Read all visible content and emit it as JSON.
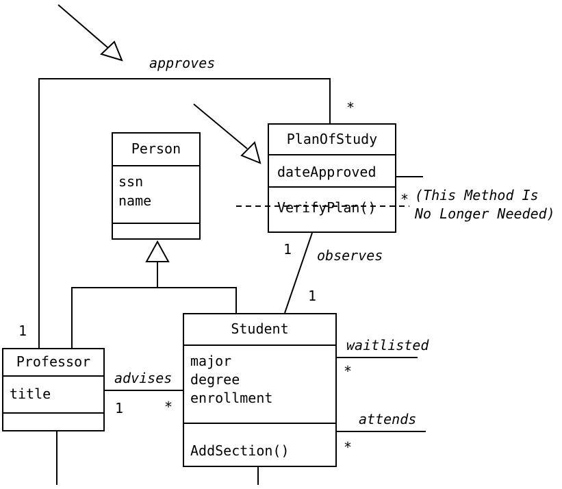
{
  "diagram_type": "uml-class-diagram",
  "colors": {
    "stroke": "#000000",
    "background": "#ffffff"
  },
  "classes": {
    "person": {
      "name": "Person",
      "attributes": [
        "ssn",
        "name"
      ],
      "methods": []
    },
    "plan_of_study": {
      "name": "PlanOfStudy",
      "attributes": [
        "dateApproved"
      ],
      "methods": [
        "VerifyPlan()"
      ]
    },
    "professor": {
      "name": "Professor",
      "attributes": [
        "title"
      ],
      "methods": []
    },
    "student": {
      "name": "Student",
      "attributes": [
        "major",
        "degree",
        "enrollment"
      ],
      "methods": [
        "AddSection()"
      ]
    }
  },
  "associations": {
    "approves": {
      "label": "approves",
      "professor_multiplicity": "1",
      "plan_multiplicity": "*"
    },
    "observes": {
      "label": "observes",
      "plan_multiplicity": "1",
      "student_multiplicity": "1"
    },
    "advises": {
      "label": "advises",
      "professor_multiplicity": "1",
      "student_multiplicity": "*"
    },
    "waitlisted": {
      "label": "waitlisted",
      "student_multiplicity": "*"
    },
    "attends": {
      "label": "attends",
      "student_multiplicity": "*"
    },
    "plan_stub": {
      "plan_multiplicity": "*"
    }
  },
  "annotation": {
    "line1": "(This Method Is",
    "line2": "No Longer Needed)"
  }
}
